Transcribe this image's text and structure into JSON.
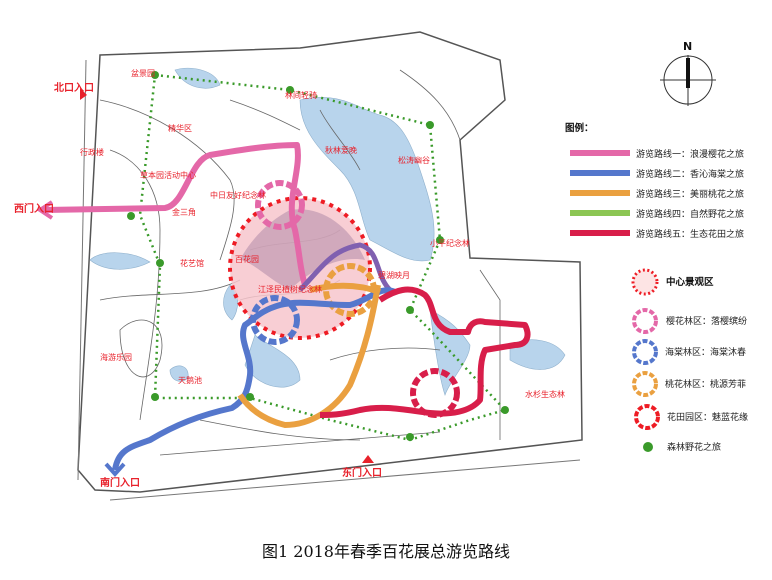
{
  "caption": "图1 2018年春季百花展总游览路线",
  "compass": {
    "label": "N"
  },
  "legend": {
    "title": "图例：",
    "routes": [
      {
        "label": "游览路线一：浪漫樱花之旅",
        "color": "#e468a8"
      },
      {
        "label": "游览路线二：香沁海棠之旅",
        "color": "#5577cc"
      },
      {
        "label": "游览路线三：美丽桃花之旅",
        "color": "#eaa040"
      },
      {
        "label": "游览路线四：自然野花之旅",
        "color": "#8cc654"
      },
      {
        "label": "游览路线五：生态花田之旅",
        "color": "#d81e4a"
      }
    ],
    "zones": [
      {
        "label": "中心景观区",
        "color": "#ee1c24"
      },
      {
        "label": "樱花林区：落樱缤纷",
        "color": "#e468a8"
      },
      {
        "label": "海棠林区：海棠沐春",
        "color": "#5577cc"
      },
      {
        "label": "桃花林区：桃源芳菲",
        "color": "#eaa040"
      },
      {
        "label": "花田园区：魅蓝花缘",
        "color": "#e8212b"
      }
    ],
    "forest": {
      "label": "森林野花之旅",
      "color": "#3a9a2a"
    }
  },
  "gates": {
    "north": "北口入口",
    "west": "西门入口",
    "south": "南门入口",
    "east": "东门入口"
  },
  "places": [
    "盆景园",
    "林间轻骑",
    "精华区",
    "行政楼",
    "草本园活动中心",
    "中日友好纪念林",
    "金三角",
    "花艺馆",
    "百花园",
    "江泽民植树纪念林",
    "秋林爱晚",
    "松涛幽谷",
    "小平纪念林",
    "碧湖映月",
    "水杉生态林",
    "海游乐园",
    "天鹅池"
  ]
}
